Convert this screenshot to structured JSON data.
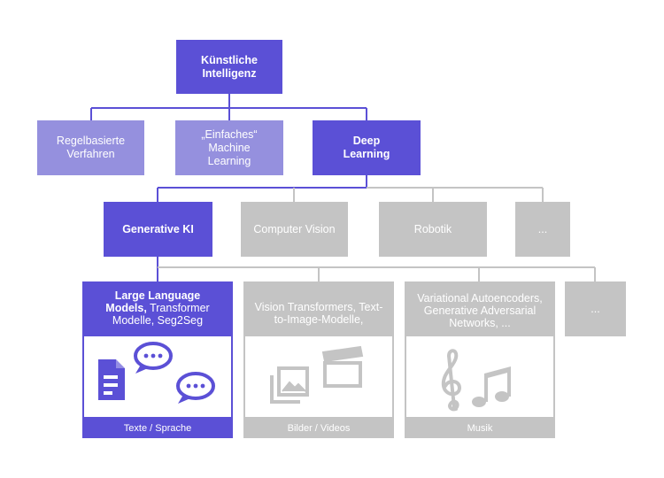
{
  "root": {
    "label_line1": "Künstliche",
    "label_line2": "Intelligenz"
  },
  "level1": {
    "regel_line1": "Regelbasierte",
    "regel_line2": "Verfahren",
    "ml_line1": "„Einfaches“",
    "ml_line2": "Machine",
    "ml_line3": "Learning",
    "deep_line1": "Deep",
    "deep_line2": "Learning"
  },
  "level2": {
    "genki": "Generative KI",
    "cv": "Computer Vision",
    "robotik": "Robotik",
    "more": "..."
  },
  "level3": {
    "llm": {
      "bold1": "Large Language",
      "bold2": "Models,",
      "rest2": " Transformer",
      "line3": "Modelle, Seg2Seg",
      "footer": "Texte / Sprache"
    },
    "vision": {
      "line1": "Vision Transformers, Text-",
      "line2": "to-Image-Modelle,",
      "footer": "Bilder / Videos"
    },
    "audio": {
      "line1": "Variational Autoencoders,",
      "line2": "Generative Adversarial",
      "line3": "Networks, ...",
      "footer": "Musik"
    },
    "more": "..."
  },
  "icons": {
    "llm": [
      "document-icon",
      "speech-bubble-icon"
    ],
    "vision": [
      "image-icon",
      "clapperboard-icon"
    ],
    "audio": [
      "treble-clef-icon",
      "music-note-icon"
    ]
  },
  "colors": {
    "primary": "#5b50d6",
    "light": "#9590de",
    "grey": "#c4c4c4"
  }
}
